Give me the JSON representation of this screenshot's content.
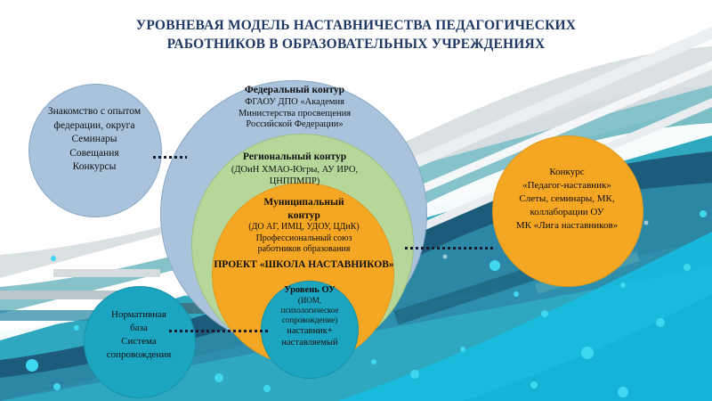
{
  "slide": {
    "title_line1": "УРОВНЕВАЯ МОДЕЛЬ НАСТАВНИЧЕСТВА ПЕДАГОГИЧЕСКИХ",
    "title_line2": "РАБОТНИКОВ В ОБРАЗОВАТЕЛЬНЫХ УЧРЕЖДЕНИЯХ",
    "title_color": "#1F3864",
    "background_colors": {
      "page": "#FFFFFF",
      "wave_light": "#D9DEE2",
      "wave_teal_light": "#7FBFC6",
      "wave_teal": "#2FA8BF",
      "wave_teal_dark": "#1C7E96",
      "wave_navy": "#1A4E6E",
      "wave_cyan": "#15BEE0",
      "bubble": "#3FD8F0"
    }
  },
  "levels": {
    "federal": {
      "heading": "Федеральный контур",
      "lines": [
        "ФГАОУ ДПО «Академия",
        "Министерства просвещения",
        "Российской Федерации»"
      ],
      "color": "#A9C3DC"
    },
    "regional": {
      "heading": "Региональный контур",
      "lines": [
        "(ДОиН ХМАО-Югры, АУ ИРО,",
        "ЦНППМПР)"
      ],
      "color": "#B7D79A"
    },
    "municipal": {
      "heading_line1": "Муниципальный",
      "heading_line2": "контур",
      "lines": [
        "(ДО АГ, ИМЦ, УДОУ, ЦДиК)",
        "Профессиональный союз",
        "работников образования"
      ],
      "color": "#F5A623"
    },
    "project_banner": "ПРОЕКТ «ШКОЛА НАСТАВНИКОВ»",
    "institution": {
      "heading": "Уровень ОУ",
      "lines": [
        "(ИОМ,",
        "психологическое",
        "сопровождение)"
      ],
      "pair_line1": "наставник+",
      "pair_line2": "наставляемый",
      "color": "#1BA5C0"
    }
  },
  "satellites": {
    "left_top": {
      "lines": [
        "Знакомство с опытом",
        "федерации, округа",
        "Семинары",
        "Совещания",
        "Конкурсы"
      ],
      "color": "#A9C3DC"
    },
    "right": {
      "lines": [
        "Конкурс",
        "«Педагог-наставник»",
        "Слеты, семинары, МК,",
        "коллаборации ОУ",
        "МК «Лига наставников»"
      ],
      "color": "#F5A623"
    },
    "left_bottom": {
      "lines": [
        "Нормативная",
        "база",
        "Система",
        "сопровождения"
      ],
      "color": "#1BA5C0"
    }
  },
  "connectors": [
    {
      "name": "left-top-to-federal",
      "style": "dotted",
      "color": "#1A1A2E"
    },
    {
      "name": "left-bottom-to-institution",
      "style": "dotted",
      "color": "#1A1A2E"
    },
    {
      "name": "municipal-to-right",
      "style": "dotted",
      "color": "#1A1A2E"
    }
  ]
}
